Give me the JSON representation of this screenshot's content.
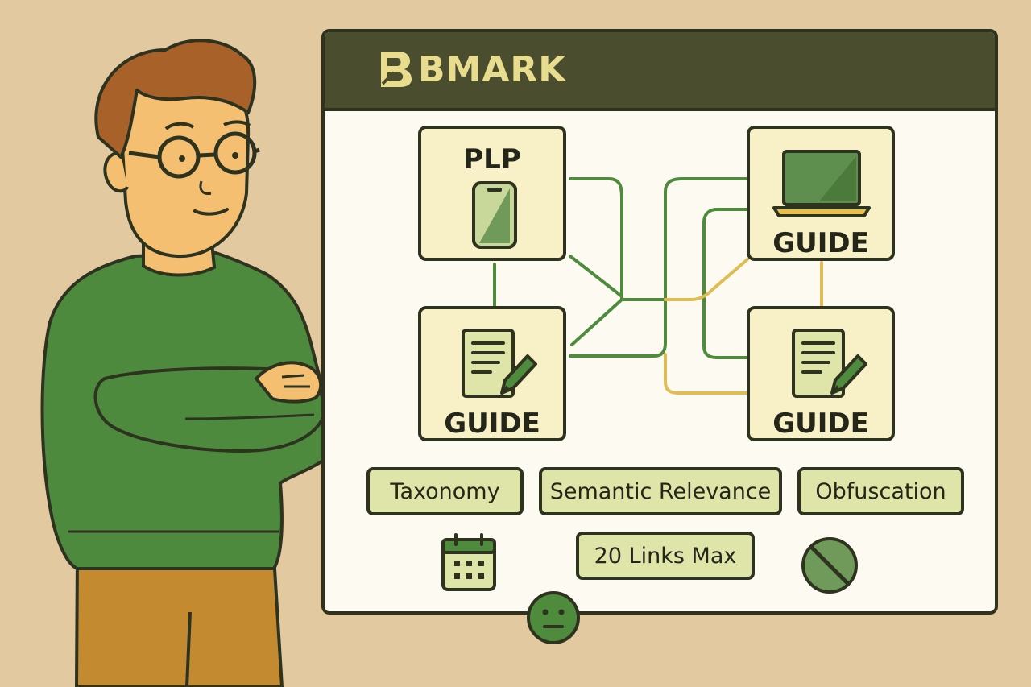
{
  "brand": {
    "name": "BMARK",
    "icon": "b-logo-icon"
  },
  "nodes": {
    "plp": {
      "label": "PLP",
      "icon": "smartphone-icon"
    },
    "guide_top_right": {
      "label": "GUIDE",
      "icon": "laptop-icon"
    },
    "guide_bottom_left": {
      "label": "GUIDE",
      "icon": "document-edit-icon"
    },
    "guide_bottom_right": {
      "label": "GUIDE",
      "icon": "document-edit-icon"
    }
  },
  "tags": {
    "taxonomy": "Taxonomy",
    "semantic_relevance": "Semantic Relevance",
    "obfuscation": "Obfuscation",
    "links_max": "20 Links Max"
  },
  "icons": {
    "calendar": "calendar-icon",
    "blocked": "prohibited-icon",
    "neutral_face": "neutral-face-icon"
  },
  "colors": {
    "background": "#e2c9a0",
    "header": "#4a4e2f",
    "brand_text": "#e8dc8e",
    "card": "#f8f1c8",
    "tag": "#dfe5a8",
    "link_green": "#4f8b3d",
    "link_yellow": "#e0bd52",
    "sweater": "#4e8a3e"
  }
}
